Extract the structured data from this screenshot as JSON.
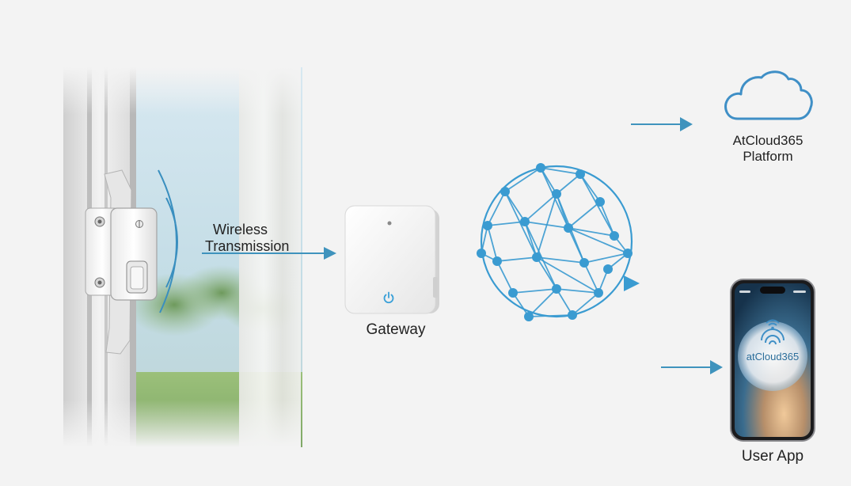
{
  "diagram": {
    "wireless_label_line1": "Wireless",
    "wireless_label_line2": "Transmission",
    "gateway_label": "Gateway",
    "platform_label_line1": "AtCloud365",
    "platform_label_line2": "Platform",
    "user_app_label": "User App",
    "phone_app_name": "atCloud365"
  },
  "colors": {
    "arrow": "#3f93bd",
    "network": "#3a9bd1",
    "cloud": "#3f8fc6",
    "background": "#f3f3f3"
  },
  "icons": [
    "window-sensor",
    "signal-waves-icon",
    "gateway-device",
    "power-icon",
    "network-globe-icon",
    "cloud-icon",
    "smartphone",
    "wifi-icon"
  ]
}
